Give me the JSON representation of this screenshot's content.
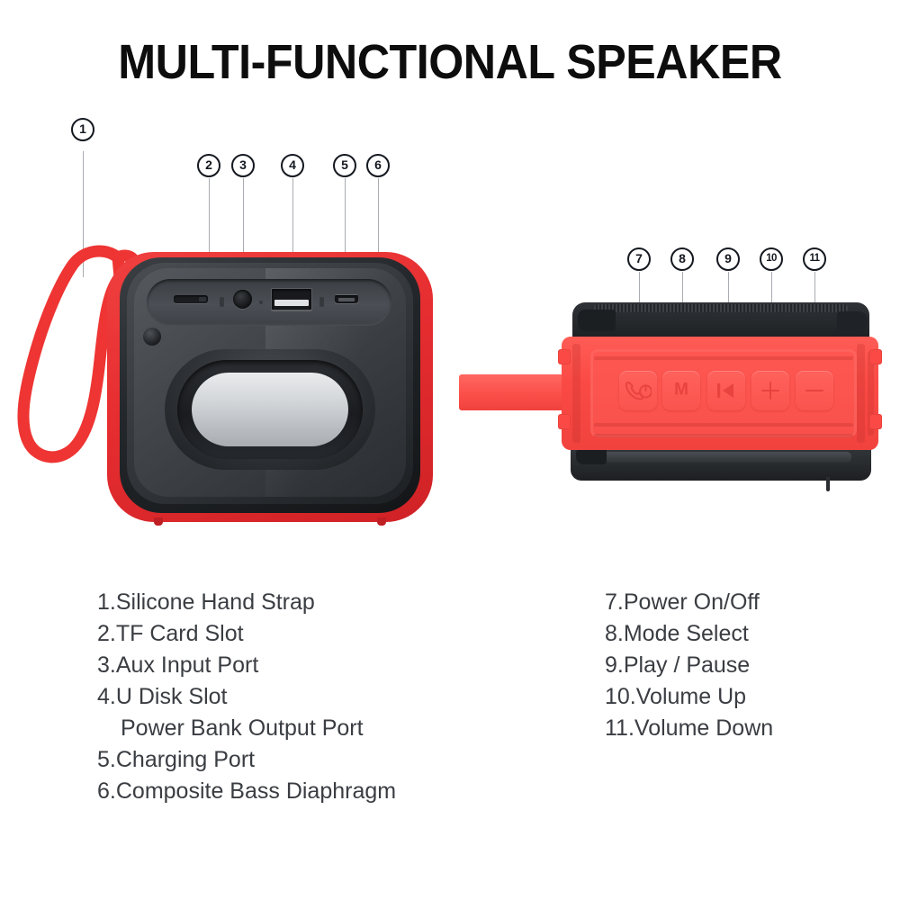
{
  "title": "MULTI-FUNCTIONAL SPEAKER",
  "colors": {
    "bumper_red": "#E62D30",
    "band_red": "#FB4A45",
    "button_red": "#FB544F",
    "icon_red": "#E8433F",
    "chassis_dark": "#33373B",
    "cone_light": "#D2D5D8",
    "text": "#3A3D42",
    "callout_border": "#14181F",
    "leader_line": "#A8ACB0",
    "background": "#FFFFFF"
  },
  "callouts": {
    "left": [
      {
        "id": "1",
        "label": "1"
      },
      {
        "id": "2",
        "label": "2"
      },
      {
        "id": "3",
        "label": "3"
      },
      {
        "id": "4",
        "label": "4"
      },
      {
        "id": "5",
        "label": "5"
      },
      {
        "id": "6",
        "label": "6"
      }
    ],
    "right": [
      {
        "id": "7",
        "label": "7"
      },
      {
        "id": "8",
        "label": "8"
      },
      {
        "id": "9",
        "label": "9"
      },
      {
        "id": "10",
        "label": "10"
      },
      {
        "id": "11",
        "label": "11"
      }
    ]
  },
  "legend_left": [
    {
      "num": "1.",
      "text": "Silicone Hand Strap",
      "sub": ""
    },
    {
      "num": "2.",
      "text": "TF Card Slot",
      "sub": ""
    },
    {
      "num": "3.",
      "text": "Aux Input Port",
      "sub": ""
    },
    {
      "num": "4.",
      "text": "U Disk Slot",
      "sub": "Power Bank Output Port"
    },
    {
      "num": "5.",
      "text": "Charging Port",
      "sub": ""
    },
    {
      "num": "6.",
      "text": "Composite Bass Diaphragm",
      "sub": ""
    }
  ],
  "legend_right": [
    {
      "num": "7.",
      "text": "Power On/Off"
    },
    {
      "num": "8.",
      "text": "Mode Select"
    },
    {
      "num": "9.",
      "text": "Play / Pause"
    },
    {
      "num": "10.",
      "text": "Volume Up"
    },
    {
      "num": "11.",
      "text": "Volume Down"
    }
  ],
  "buttons": [
    {
      "icon": "phone-power-icon",
      "label": "",
      "callout": "7"
    },
    {
      "icon": "mode-m-icon",
      "label": "M",
      "callout": "8"
    },
    {
      "icon": "play-pause-icon",
      "label": "",
      "callout": "9"
    },
    {
      "icon": "volume-up-icon",
      "label": "",
      "callout": "10"
    },
    {
      "icon": "volume-down-icon",
      "label": "",
      "callout": "11"
    }
  ],
  "ports": [
    {
      "name": "tf-card-slot",
      "callout": "2"
    },
    {
      "name": "aux-input-port",
      "callout": "3"
    },
    {
      "name": "usb-a-port",
      "callout": "4"
    },
    {
      "name": "micro-usb-port",
      "callout": "5"
    }
  ],
  "product_parts": {
    "hand_strap": "silicone-hand-strap",
    "bass_diaphragm": "composite-bass-diaphragm",
    "front_view": "speaker-front-view",
    "top_view": "speaker-top-view"
  }
}
